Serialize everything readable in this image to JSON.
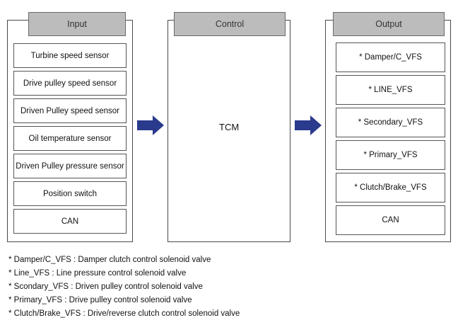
{
  "input": {
    "header": "Input",
    "items": [
      "Turbine speed sensor",
      "Drive pulley speed sensor",
      "Driven Pulley speed sensor",
      "Oil temperature sensor",
      "Driven Pulley pressure sensor",
      "Position switch",
      "CAN"
    ]
  },
  "control": {
    "header": "Control",
    "label": "TCM"
  },
  "output": {
    "header": "Output",
    "items": [
      "* Damper/C_VFS",
      "* LINE_VFS",
      "* Secondary_VFS",
      "* Primary_VFS",
      "* Clutch/Brake_VFS",
      "CAN"
    ]
  },
  "arrow_color": "#2a3a8c",
  "notes": [
    "* Damper/C_VFS : Damper clutch control solenoid valve",
    "* Line_VFS : Line pressure control solenoid valve",
    "* Scondary_VFS : Driven pulley control solenoid valve",
    "* Primary_VFS :  Drive pulley control solenoid valve",
    "* Clutch/Brake_VFS : Drive/reverse clutch control solenoid valve"
  ]
}
